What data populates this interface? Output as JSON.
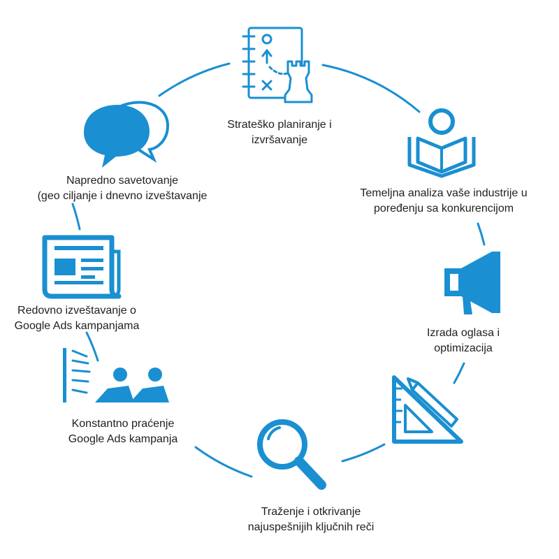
{
  "colors": {
    "accent": "#1a8fd1",
    "text": "#1f1f1f",
    "background": "#ffffff"
  },
  "steps": [
    {
      "icon": "strategy-chess-icon",
      "lines": [
        "Strateško planiranje i",
        "izvršavanje"
      ]
    },
    {
      "icon": "reading-book-icon",
      "lines": [
        "Temeljna analiza vaše industrije u",
        "poređenju sa konkurencijom"
      ]
    },
    {
      "icon": "megaphone-icon",
      "lines": [
        "Izrada oglasa i",
        "optimizacija"
      ]
    },
    {
      "icon": "ruler-pencil-icon",
      "lines": []
    },
    {
      "icon": "magnifier-icon",
      "lines": [
        "Traženje i otkrivanje",
        "najuspešnijih ključnih reči"
      ]
    },
    {
      "icon": "audience-monitoring-icon",
      "lines": [
        "Konstantno praćenje",
        "Google Ads kampanja"
      ]
    },
    {
      "icon": "newspaper-report-icon",
      "lines": [
        "Redovno izveštavanje o",
        "Google Ads kampanjama"
      ]
    },
    {
      "icon": "chat-bubbles-icon",
      "lines": [
        "Napredno savetovanje",
        "(geo ciljanje i dnevno izveštavanje"
      ]
    }
  ]
}
